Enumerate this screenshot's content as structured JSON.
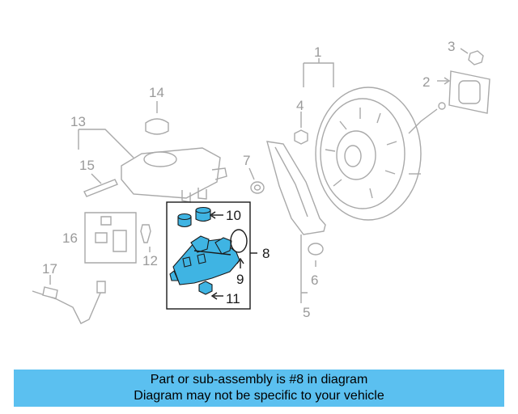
{
  "diagram": {
    "callouts": [
      {
        "id": "1",
        "highlighted": false
      },
      {
        "id": "2",
        "highlighted": false
      },
      {
        "id": "3",
        "highlighted": false
      },
      {
        "id": "4",
        "highlighted": false
      },
      {
        "id": "5",
        "highlighted": false
      },
      {
        "id": "6",
        "highlighted": false
      },
      {
        "id": "7",
        "highlighted": false
      },
      {
        "id": "8",
        "highlighted": true
      },
      {
        "id": "9",
        "highlighted": true
      },
      {
        "id": "10",
        "highlighted": true
      },
      {
        "id": "11",
        "highlighted": true
      },
      {
        "id": "12",
        "highlighted": false
      },
      {
        "id": "13",
        "highlighted": false
      },
      {
        "id": "14",
        "highlighted": false
      },
      {
        "id": "15",
        "highlighted": false
      },
      {
        "id": "16",
        "highlighted": false
      },
      {
        "id": "17",
        "highlighted": false
      }
    ],
    "highlight_color": "#3fb4e3",
    "line_color": "#a9a9a9"
  },
  "banner": {
    "line1": "Part or sub-assembly is #8 in diagram",
    "line2": "Diagram may not be specific to your vehicle",
    "background": "#5bc0f0"
  }
}
